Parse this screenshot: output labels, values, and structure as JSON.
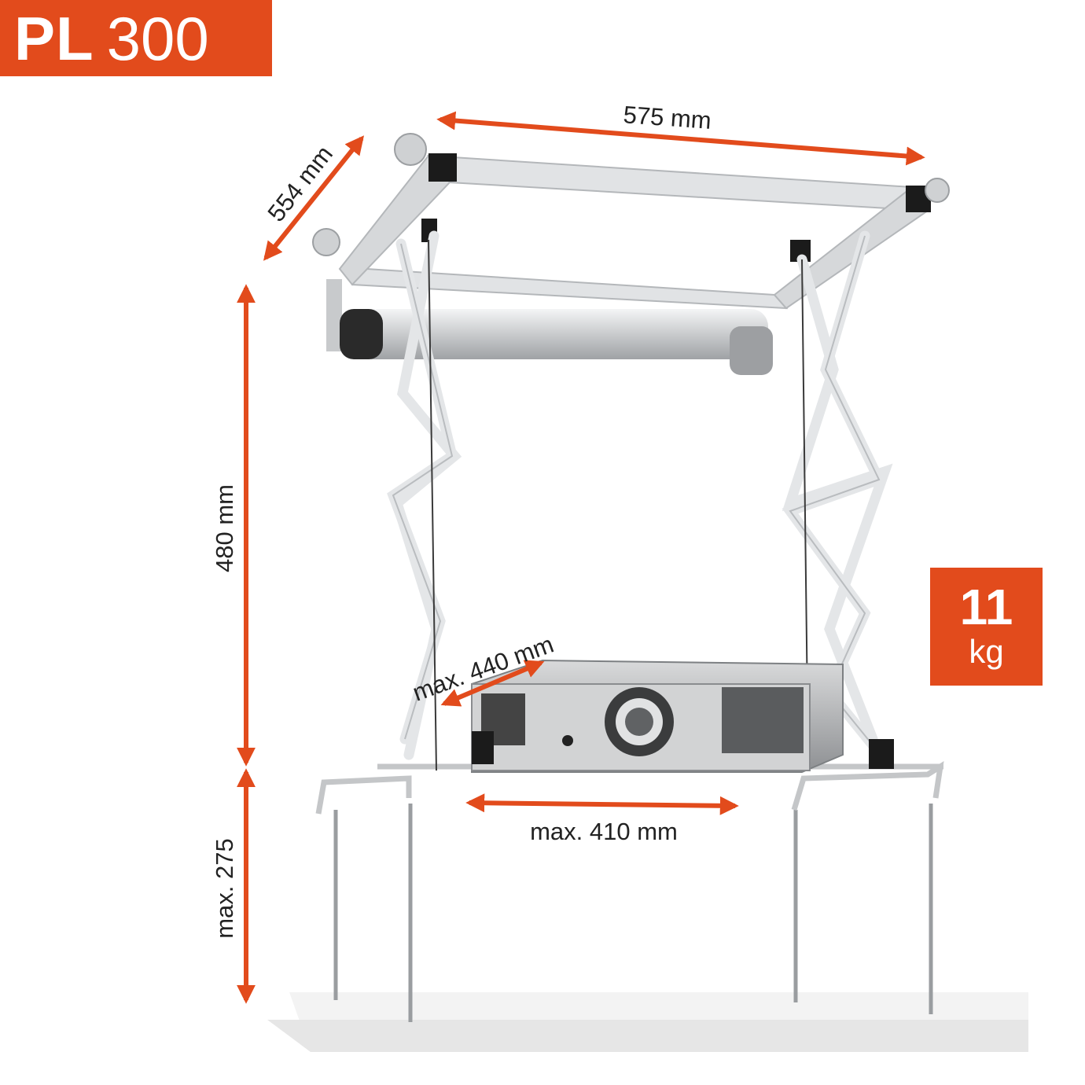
{
  "title": {
    "strong": "PL",
    "light": "300"
  },
  "weight": {
    "value": "11",
    "unit": "kg"
  },
  "dimensions": {
    "width": "575 mm",
    "depth": "554 mm",
    "lift": "480 mm",
    "drop": "max. 275",
    "projector_depth": "max. 440 mm",
    "projector_width": "max. 410 mm"
  },
  "colors": {
    "accent": "#E24B1C",
    "frame": "#d8dadc",
    "ceiling_panel": "#f3f3f3"
  }
}
